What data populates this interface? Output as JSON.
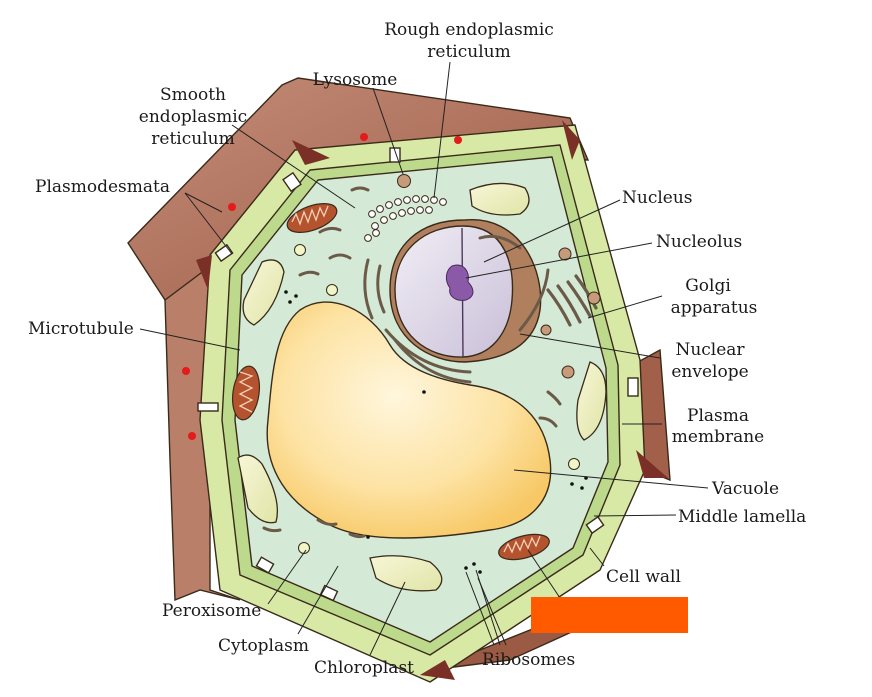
{
  "labels": {
    "rough_er": [
      "Rough endoplasmic",
      "reticulum"
    ],
    "lysosome": "Lysosome",
    "smooth_er": [
      "Smooth",
      "endoplasmic",
      "reticulum"
    ],
    "plasmodesmata": "Plasmodesmata",
    "nucleus": "Nucleus",
    "nucleolus": "Nucleolus",
    "golgi": [
      "Golgi",
      "apparatus"
    ],
    "microtubule": "Microtubule",
    "nuclear_envelope": [
      "Nuclear",
      "envelope"
    ],
    "plasma_membrane": [
      "Plasma",
      "membrane"
    ],
    "vacuole": "Vacuole",
    "middle_lamella": "Middle lamella",
    "cell_wall": "Cell wall",
    "peroxisome": "Peroxisome",
    "cytoplasm": "Cytoplasm",
    "chloroplast": "Chloroplast",
    "ribosomes": "Ribosomes"
  },
  "colors": {
    "cell_wall": "#d4e6a0",
    "cytoplasm": "#cfe5d2",
    "vacuole": "#fbd889",
    "nucleus": "#e6e0ee",
    "nucleolus": "#8a5aa8",
    "mitochondria": "#b5532e",
    "neighbor_cell": "#b57b66",
    "plasmodesmata_dot": "#e31b1b",
    "redaction_box": "#ff5a00"
  }
}
